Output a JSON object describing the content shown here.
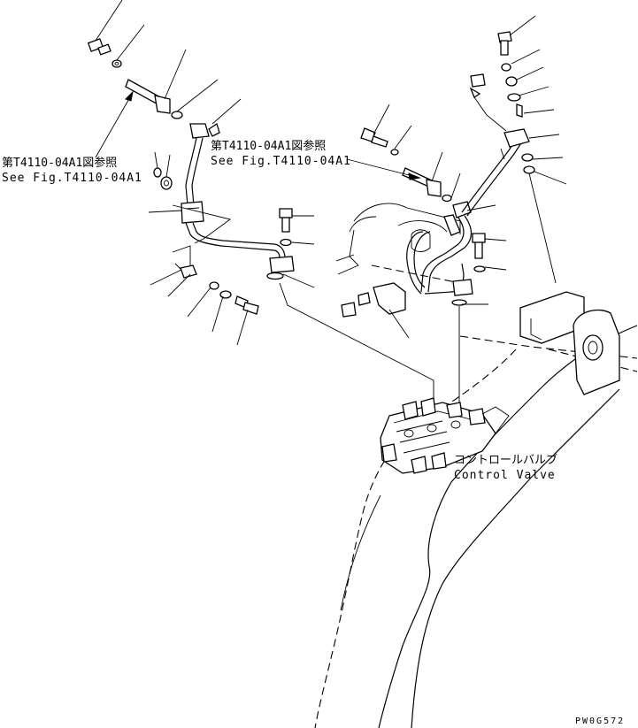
{
  "callouts": {
    "ref_left_jp": "第T4110-04A1図参照",
    "ref_left_en": "See Fig.T4110-04A1",
    "ref_right_jp": "第T4110-04A1図参照",
    "ref_right_en": "See Fig.T4110-04A1",
    "valve_jp": "コントロールバルブ",
    "valve_en": "Control Valve"
  },
  "drawing_code": "PW0G572"
}
